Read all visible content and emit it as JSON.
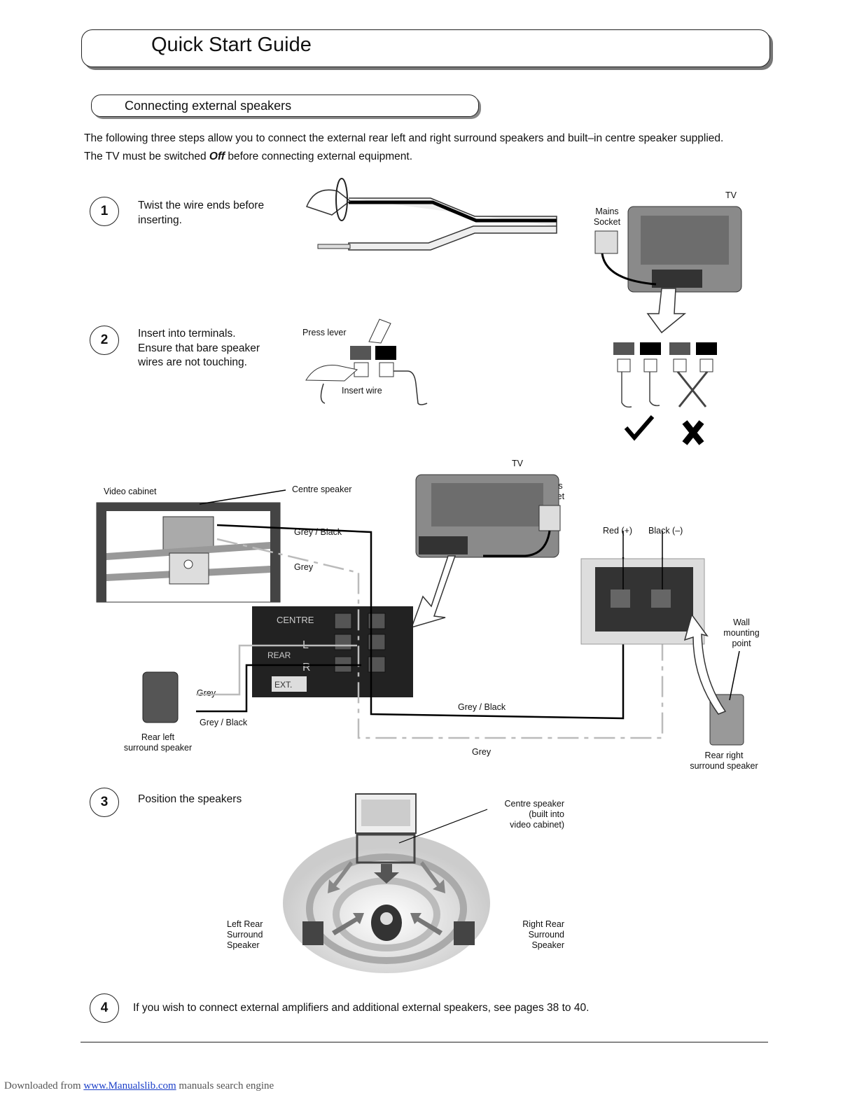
{
  "header": {
    "title": "Quick Start Guide"
  },
  "section": {
    "title": "Connecting external speakers"
  },
  "intro": {
    "line1": "The following three steps allow you to connect the external rear left and right surround speakers and built–in centre speaker supplied.",
    "line2_pre": "The TV must be switched ",
    "line2_em": "Off",
    "line2_post": " before connecting external equipment."
  },
  "steps": [
    {
      "num": "1",
      "text_a": "Twist the wire ends before",
      "text_b": "inserting."
    },
    {
      "num": "2",
      "text_a": "Insert into terminals.",
      "text_b": "Ensure that bare speaker",
      "text_c": "wires are not touching."
    },
    {
      "num": "3",
      "text_a": "Position the speakers"
    },
    {
      "num": "4",
      "text_a": "If you wish to connect external amplifiers and additional external speakers, see pages 38 to 40."
    }
  ],
  "labels": {
    "tv": "TV",
    "mains_a": "Mains",
    "mains_b": "Socket",
    "press_lever": "Press lever",
    "insert_wire": "Insert wire",
    "video_cabinet": "Video cabinet",
    "centre_speaker": "Centre speaker",
    "grey_black": "Grey / Black",
    "grey": "Grey",
    "red_plus": "Red (+)",
    "black_minus": "Black (–)",
    "wall_a": "Wall",
    "wall_b": "mounting",
    "wall_c": "point",
    "rear_left_a": "Rear left",
    "rear_left_b": "surround speaker",
    "rear_right_a": "Rear right",
    "rear_right_b": "surround speaker",
    "centre_builtin_a": "Centre speaker",
    "centre_builtin_b": "(built into",
    "centre_builtin_c": "video cabinet)",
    "left_rear_a": "Left Rear",
    "left_rear_b": "Surround",
    "left_rear_c": "Speaker",
    "right_rear_a": "Right Rear",
    "right_rear_b": "Surround",
    "right_rear_c": "Speaker",
    "panel_centre": "CENTRE",
    "panel_rear": "REAR",
    "panel_l": "L",
    "panel_r": "R",
    "panel_ext": "EXT."
  },
  "footer": {
    "prefix": "Downloaded from ",
    "link": "www.Manualslib.com",
    "suffix": " manuals search engine"
  }
}
